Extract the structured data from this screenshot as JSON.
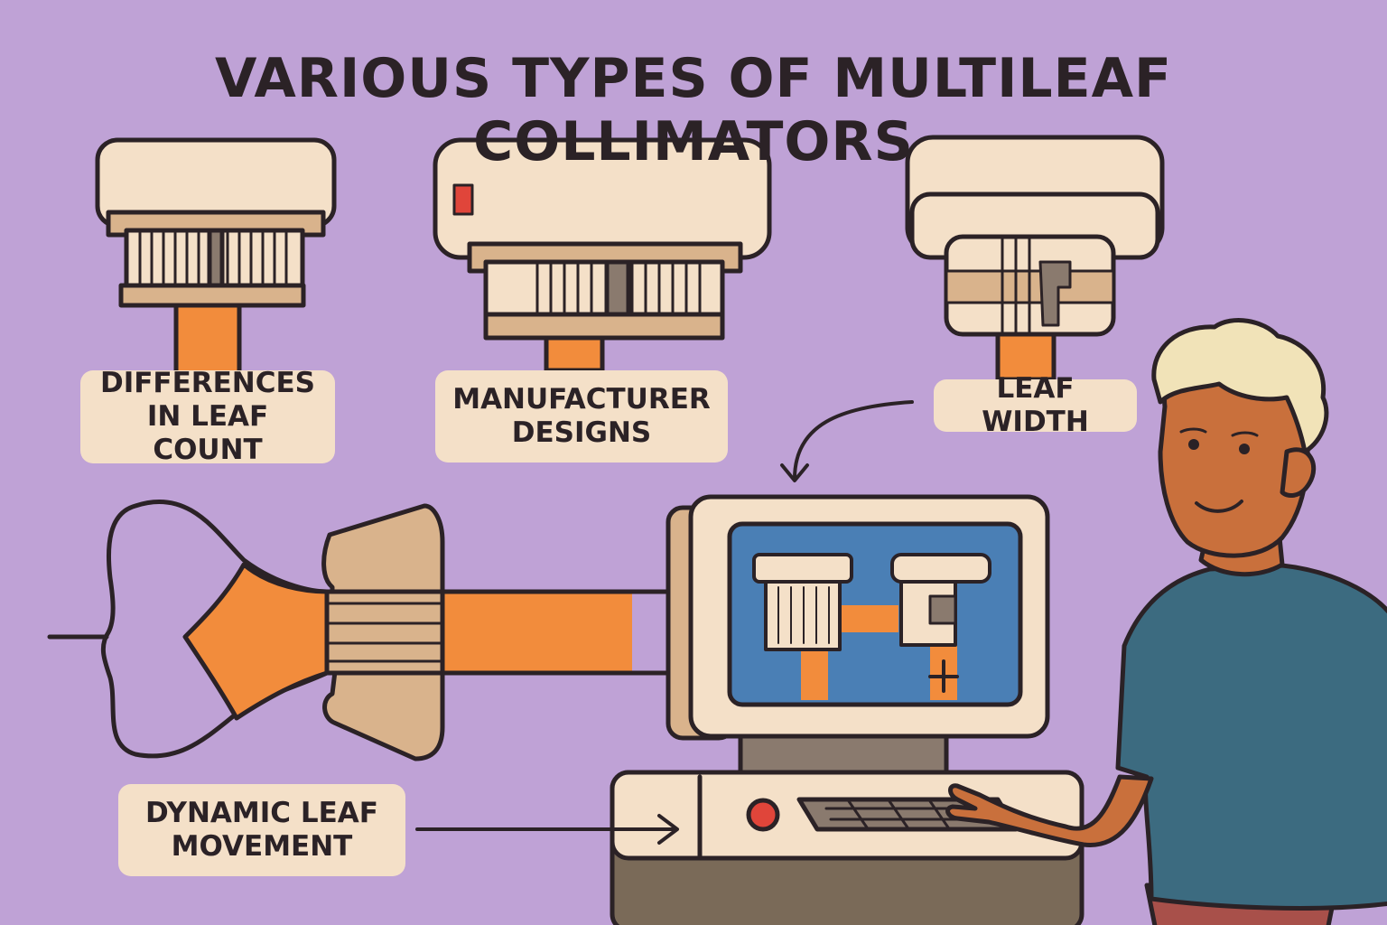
{
  "title": "VARIOUS TYPES OF MULTILEAF COLLIMATORS",
  "labels": {
    "leaf_count": [
      "DIFFERENCES",
      "IN LEAF COUNT"
    ],
    "manufacturer": [
      "MANUFACTURER",
      "DESIGNS"
    ],
    "leaf_width": [
      "LEAF WIDTH"
    ],
    "dynamic": [
      "DYNAMIC LEAF",
      "MOVEMENT"
    ]
  },
  "colors": {
    "background": "#bfa2d6",
    "cream": "#f4e0c8",
    "tan": "#d9b38c",
    "outline": "#2b2226",
    "beam": "#f28c3c",
    "screen": "#4a7fb5",
    "shirt": "#3c6b80",
    "skin": "#c9703c",
    "hair": "#f1e3b8",
    "indicator": "#e0453a"
  }
}
